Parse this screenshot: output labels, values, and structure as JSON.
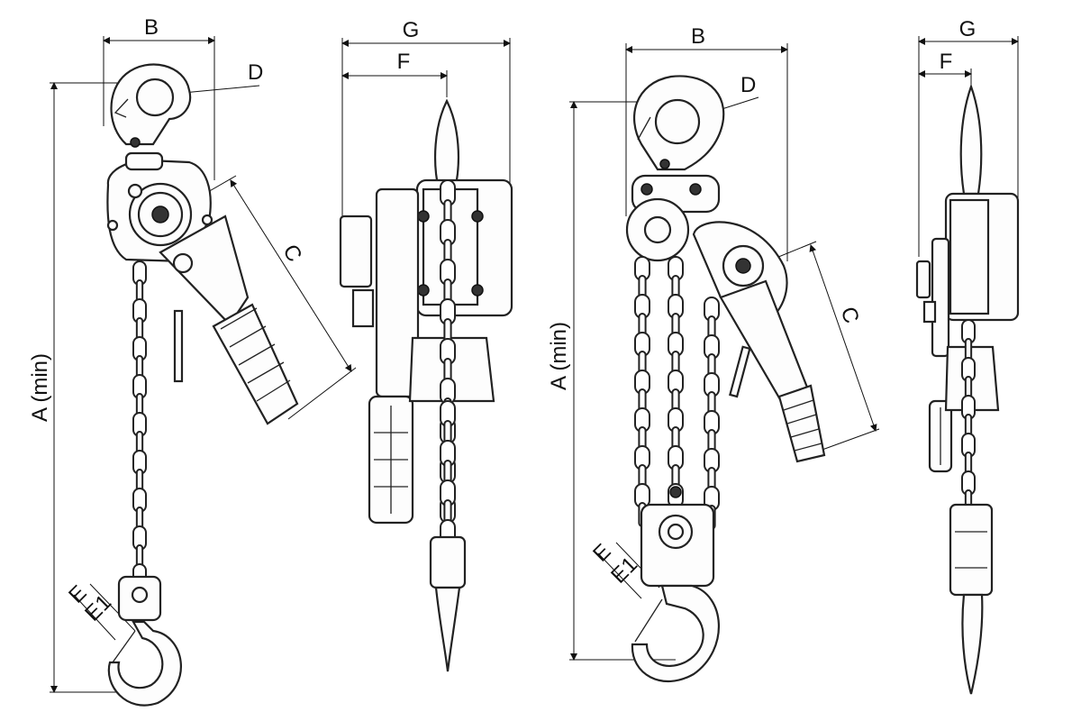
{
  "dimensions": {
    "A": "A (min)",
    "B": "B",
    "C": "C",
    "D": "D",
    "E": "E",
    "E1": "E1",
    "F": "F",
    "G": "G"
  },
  "colors": {
    "line": "#111111",
    "background": "#ffffff"
  }
}
